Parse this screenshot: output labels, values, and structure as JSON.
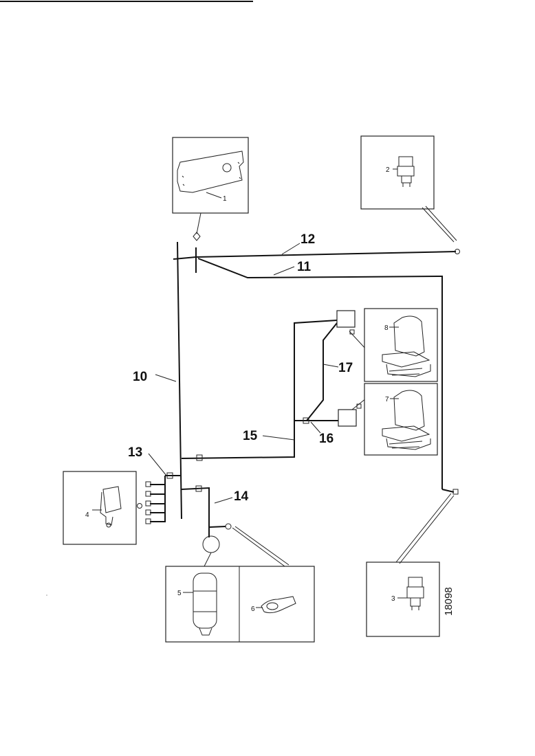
{
  "labels": {
    "l10": "10",
    "l11": "11",
    "l12": "12",
    "l13": "13",
    "l14": "14",
    "l15": "15",
    "l16": "16",
    "l17": "17"
  },
  "component_labels": {
    "c1": "1",
    "c2": "2",
    "c3": "3",
    "c4": "4",
    "c5": "5",
    "c6": "6",
    "c7": "7",
    "c8": "8"
  },
  "figure_code": "18098"
}
